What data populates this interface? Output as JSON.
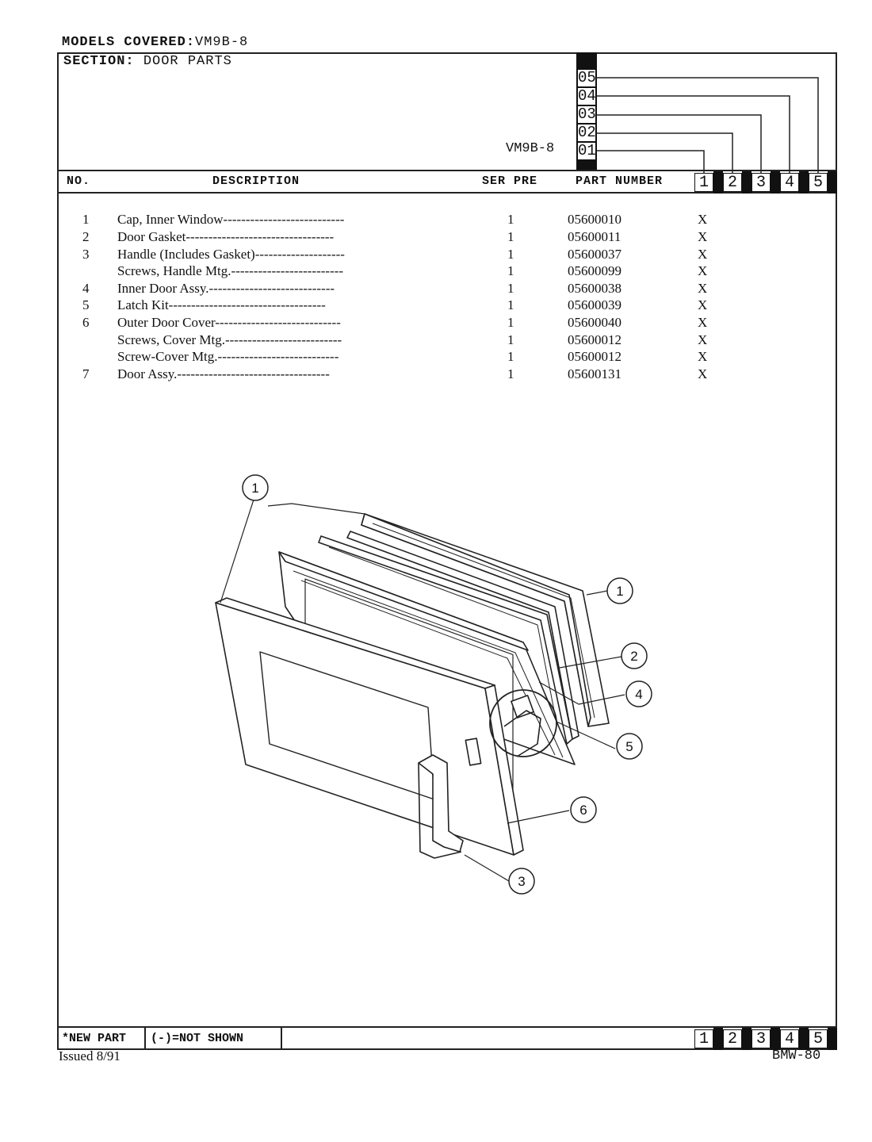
{
  "header": {
    "models_label": "MODELS COVERED:",
    "models_value": "VM9B-8",
    "section_label": "SECTION:",
    "section_value": "DOOR PARTS",
    "model_name": "VM9B-8",
    "model_codes": [
      "05",
      "04",
      "03",
      "02",
      "01"
    ]
  },
  "columns": {
    "no": "NO.",
    "description": "DESCRIPTION",
    "ser_pre": "SER PRE",
    "part_number": "PART NUMBER",
    "index": [
      "1",
      "2",
      "3",
      "4",
      "5"
    ]
  },
  "parts": [
    {
      "no": "1",
      "description": "Cap, Inner Window---------------------------",
      "ser": "1",
      "part": "05600010",
      "mark": "X"
    },
    {
      "no": "2",
      "description": "Door Gasket---------------------------------",
      "ser": "1",
      "part": "05600011",
      "mark": "X"
    },
    {
      "no": "3",
      "description": "Handle (Includes Gasket)--------------------",
      "ser": "1",
      "part": "05600037",
      "mark": "X"
    },
    {
      "no": "",
      "description": "Screws, Handle Mtg.-------------------------",
      "ser": "1",
      "part": "05600099",
      "mark": "X"
    },
    {
      "no": "4",
      "description": "Inner Door Assy.----------------------------",
      "ser": "1",
      "part": "05600038",
      "mark": "X"
    },
    {
      "no": "5",
      "description": "Latch Kit-----------------------------------",
      "ser": "1",
      "part": "05600039",
      "mark": "X"
    },
    {
      "no": "6",
      "description": "Outer Door Cover----------------------------",
      "ser": "1",
      "part": "05600040",
      "mark": "X"
    },
    {
      "no": "",
      "description": "Screws, Cover Mtg.--------------------------",
      "ser": "1",
      "part": "05600012",
      "mark": "X"
    },
    {
      "no": "",
      "description": "Screw-Cover Mtg.--------------------------- ",
      "ser": "1",
      "part": "05600012",
      "mark": "X"
    },
    {
      "no": "7",
      "description": "Door Assy.----------------------------------",
      "ser": "1",
      "part": "05600131",
      "mark": "X"
    }
  ],
  "diagram": {
    "callouts": [
      "1",
      "1",
      "2",
      "4",
      "5",
      "6",
      "3"
    ]
  },
  "footer": {
    "new_part": "*NEW PART",
    "not_shown": "(-)=NOT SHOWN",
    "index": [
      "1",
      "2",
      "3",
      "4",
      "5"
    ],
    "issued": "Issued 8/91",
    "doc_number": "BMW-80"
  }
}
